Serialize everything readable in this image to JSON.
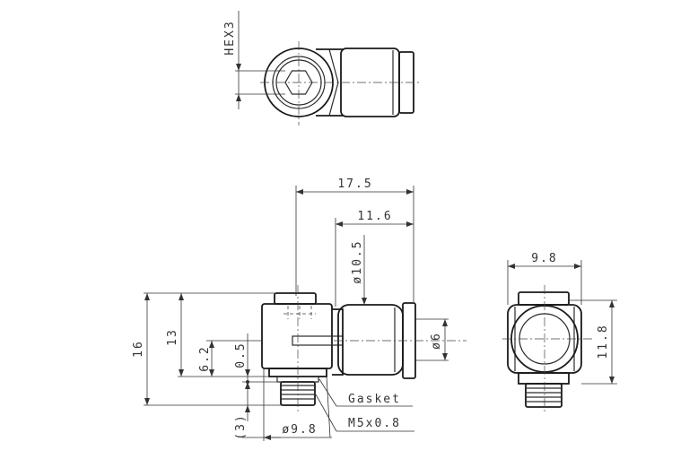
{
  "drawing": {
    "hex_label": "HEX3",
    "dim_overall_length": "17.5",
    "dim_body_length": "11.6",
    "dim_body_dia": "ø10.5",
    "dim_height_16": "16",
    "dim_height_13": "13",
    "dim_height_6_2": "6.2",
    "dim_gap_0_5": "0.5",
    "dim_thread_3": "(3)",
    "dim_base_dia": "ø9.8",
    "dim_tube_dia": "ø6",
    "label_gasket": "Gasket",
    "label_thread": "M5x0.8",
    "dim_side_width": "9.8",
    "dim_side_height": "11.8"
  }
}
